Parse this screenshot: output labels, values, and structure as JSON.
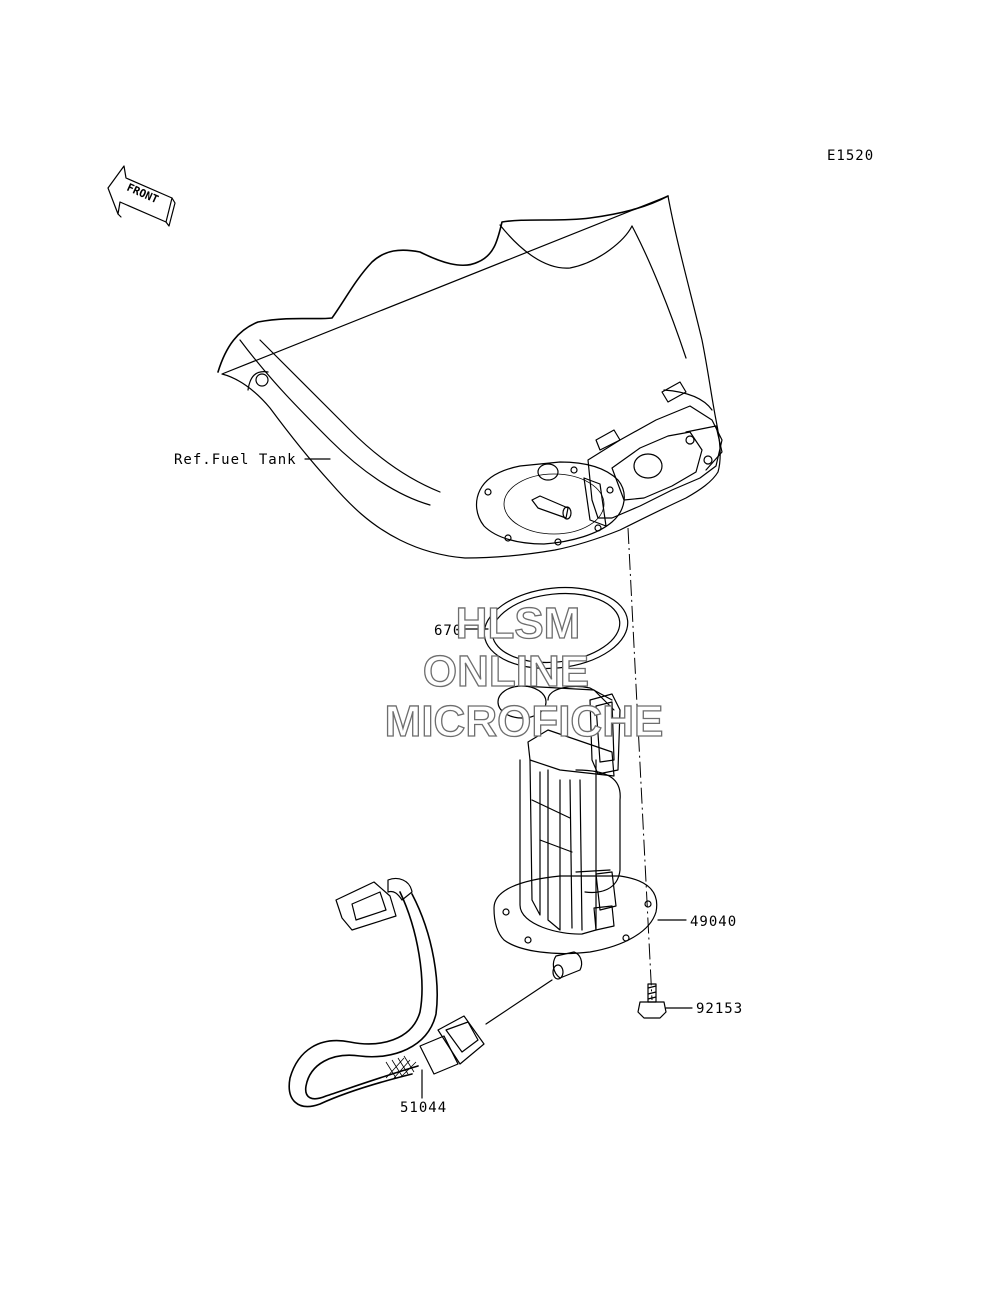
{
  "diagram_code": "E1520",
  "front_arrow_label": "FRONT",
  "reference_label": "Ref.Fuel Tank",
  "parts": [
    {
      "number": "670",
      "item": "o-ring-gasket"
    },
    {
      "number": "49040",
      "item": "fuel-pump-assembly"
    },
    {
      "number": "92153",
      "item": "bolt"
    },
    {
      "number": "51044",
      "item": "fuel-hose"
    }
  ],
  "watermark": {
    "line1": "HLSM",
    "line2": "ONLINE",
    "line3": "MICROFICHE"
  },
  "colors": {
    "background": "#ffffff",
    "line": "#000000",
    "watermark_outline": "#6e6e6e"
  }
}
